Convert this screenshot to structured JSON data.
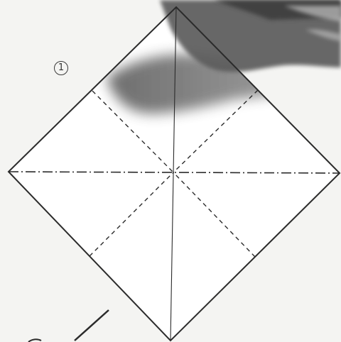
{
  "diagram": {
    "step_number": "1"
  },
  "icons": {
    "hand": "hand-shadow",
    "step_marker": "circled-number"
  },
  "colors": {
    "paper": "#ffffff",
    "background": "#f4f4f2",
    "line": "#2b2b2b",
    "hand_shadow": "#6e6e6e"
  }
}
